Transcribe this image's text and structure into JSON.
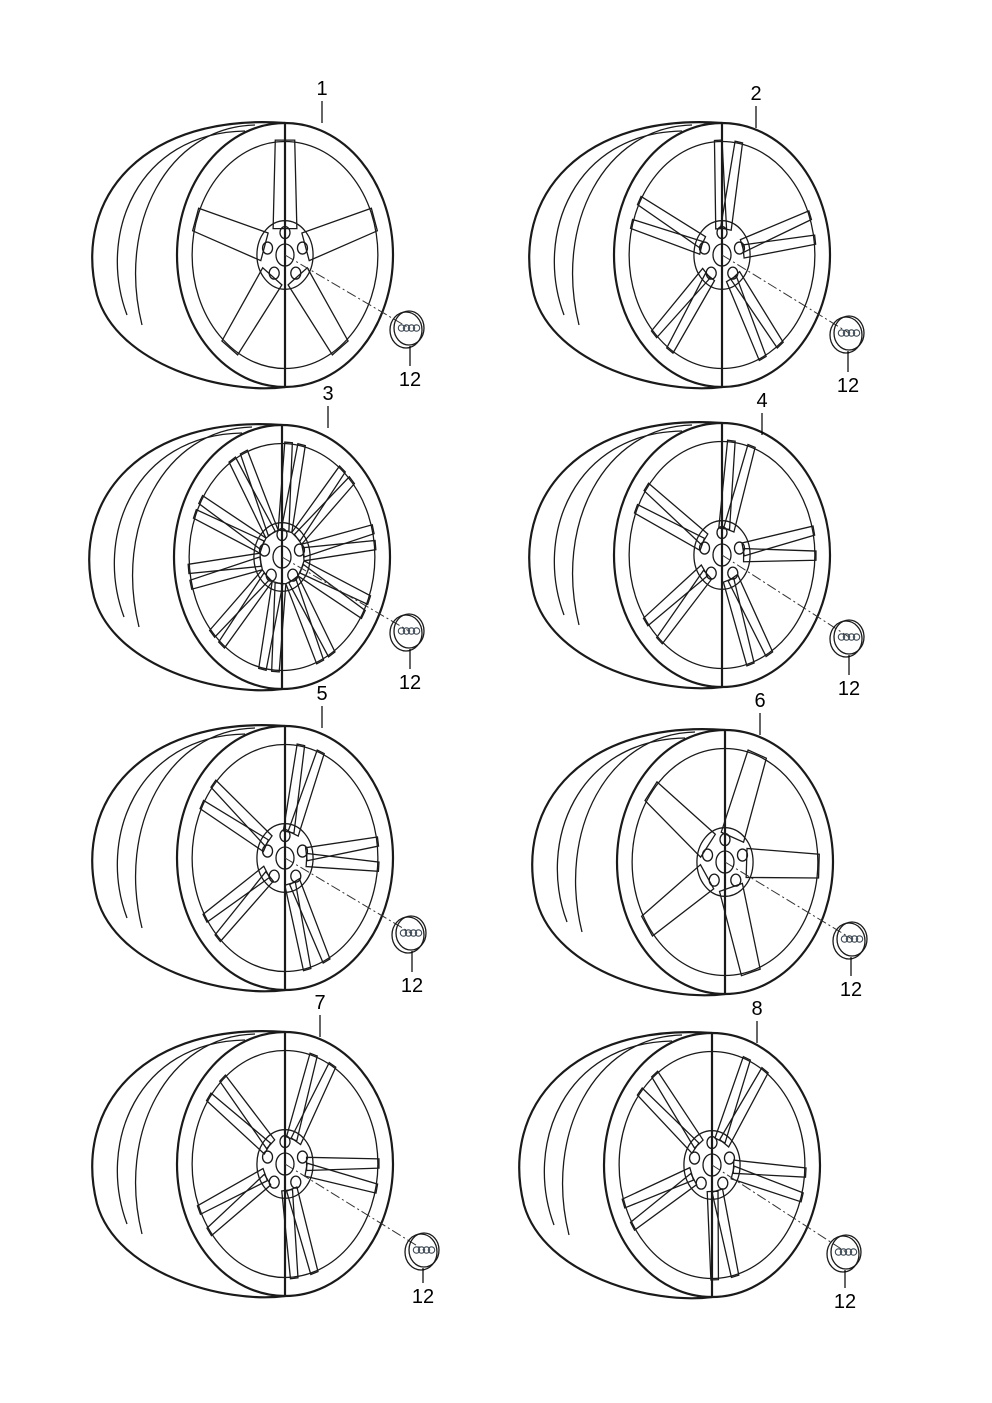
{
  "wheels": [
    {
      "label": "1",
      "cap_label": "12",
      "spoke_style": "five-star",
      "spokes": 5
    },
    {
      "label": "2",
      "cap_label": "12",
      "spoke_style": "five-double-split",
      "spokes": 10
    },
    {
      "label": "3",
      "cap_label": "12",
      "spoke_style": "ten-double-y",
      "spokes": 20
    },
    {
      "label": "4",
      "cap_label": "12",
      "spoke_style": "five-twin-y",
      "spokes": 10
    },
    {
      "label": "5",
      "cap_label": "12",
      "spoke_style": "ten-y-turbine",
      "spokes": 10
    },
    {
      "label": "6",
      "cap_label": "12",
      "spoke_style": "five-star-split",
      "spokes": 5
    },
    {
      "label": "7",
      "cap_label": "12",
      "spoke_style": "ten-v",
      "spokes": 10
    },
    {
      "label": "8",
      "cap_label": "12",
      "spoke_style": "five-double-bold",
      "spokes": 10
    }
  ],
  "colors": {
    "rim_fill": "#d5e0e9",
    "rim_shadow": "#a9bccb",
    "face_fill": "#e4ecf2",
    "window_fill": "#7f8d99",
    "cap_fill": "#3f4a55",
    "line": "#1a1a1a"
  },
  "icons": {
    "center_cap": "four-rings-logo-icon"
  }
}
